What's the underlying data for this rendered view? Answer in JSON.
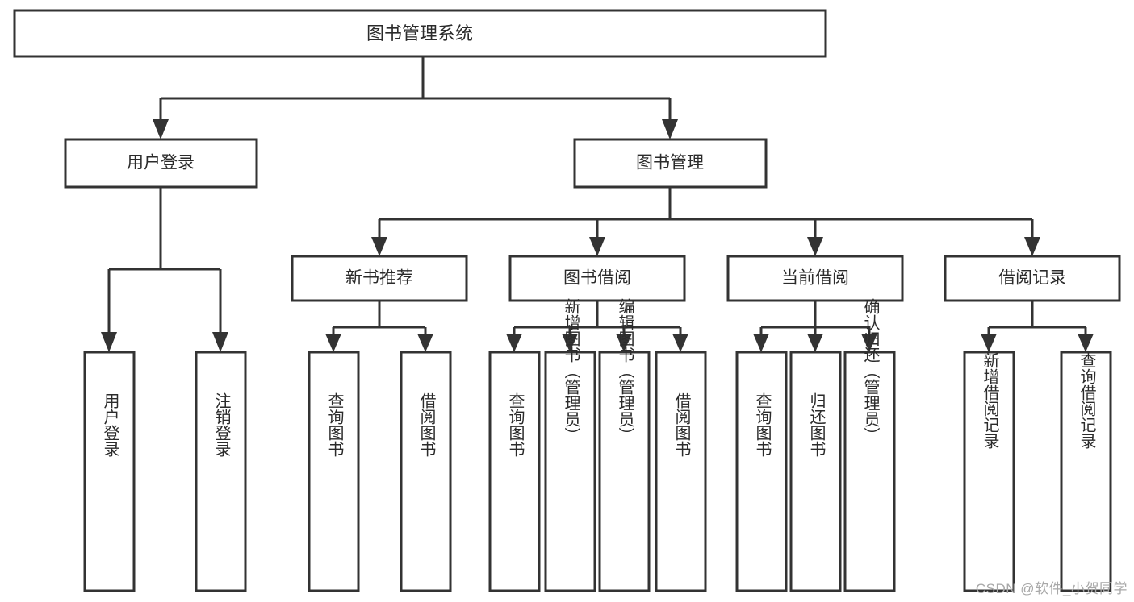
{
  "diagram": {
    "type": "tree-hierarchy",
    "title": "图书管理系统",
    "watermark": "CSDN @软件_小贺同学",
    "colors": {
      "stroke": "#333333",
      "fill": "#ffffff",
      "text": "#2b2b2b",
      "watermark": "#a8a8a8"
    },
    "root": {
      "label": "图书管理系统"
    },
    "level2": [
      {
        "id": "user-login",
        "label": "用户登录"
      },
      {
        "id": "book-management",
        "label": "图书管理"
      }
    ],
    "level3": [
      {
        "id": "new-book-recommend",
        "label": "新书推荐",
        "parent": "book-management"
      },
      {
        "id": "book-borrow",
        "label": "图书借阅",
        "parent": "book-management"
      },
      {
        "id": "current-borrow",
        "label": "当前借阅",
        "parent": "book-management"
      },
      {
        "id": "borrow-record",
        "label": "借阅记录",
        "parent": "book-management"
      }
    ],
    "leaves": {
      "user-login": [
        {
          "id": "leaf-user-login",
          "label": "用户登录"
        },
        {
          "id": "leaf-logout",
          "label": "注销登录"
        }
      ],
      "new-book-recommend": [
        {
          "id": "leaf-query-book-1",
          "label": "查询图书"
        },
        {
          "id": "leaf-borrow-book-1",
          "label": "借阅图书"
        }
      ],
      "book-borrow": [
        {
          "id": "leaf-query-book-2",
          "label": "查询图书"
        },
        {
          "id": "leaf-add-book",
          "label": "新增图书（管理员）"
        },
        {
          "id": "leaf-edit-book",
          "label": "编辑图书（管理员）"
        },
        {
          "id": "leaf-borrow-book-2",
          "label": "借阅图书"
        }
      ],
      "current-borrow": [
        {
          "id": "leaf-query-book-3",
          "label": "查询图书"
        },
        {
          "id": "leaf-return-book",
          "label": "归还图书"
        },
        {
          "id": "leaf-confirm-return",
          "label": "确认归还（管理员）"
        }
      ],
      "borrow-record": [
        {
          "id": "leaf-add-record",
          "label": "新增借阅记录"
        },
        {
          "id": "leaf-query-record",
          "label": "查询借阅记录"
        }
      ]
    }
  }
}
